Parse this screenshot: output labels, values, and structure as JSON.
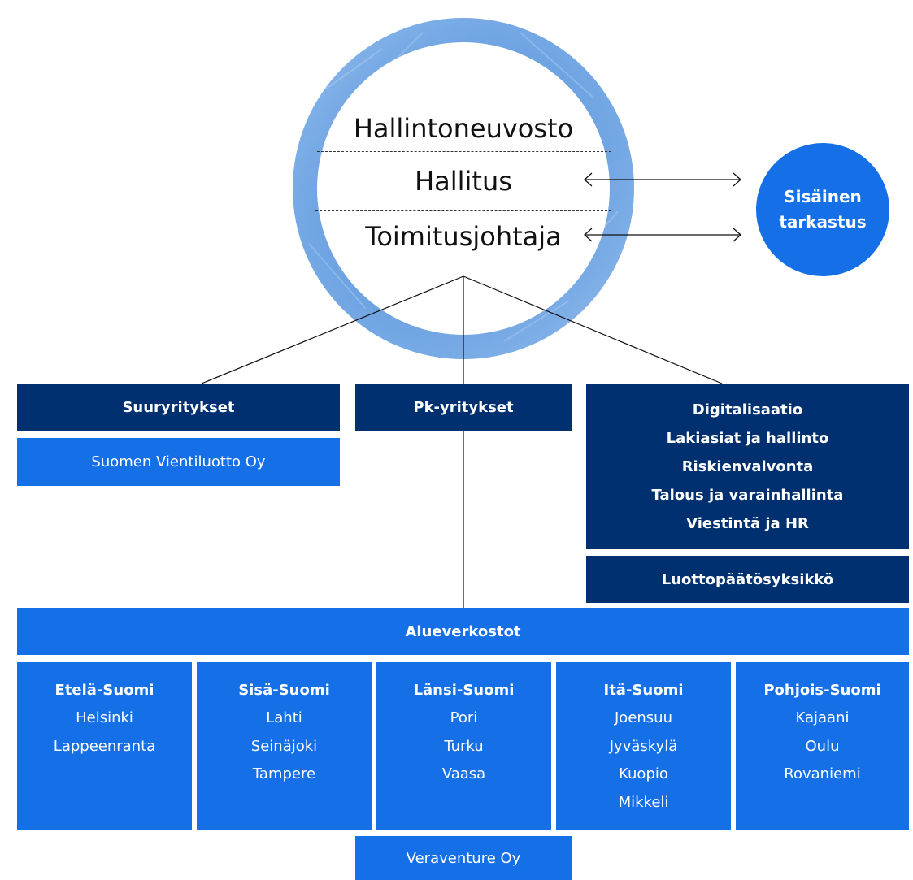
{
  "governance": {
    "levels": [
      "Hallintoneuvosto",
      "Hallitus",
      "Toimitusjohtaja"
    ]
  },
  "internal_audit": {
    "line1": "Sisäinen",
    "line2": "tarkastus"
  },
  "units": {
    "large_corporates": "Suuryritykset",
    "export_credit": "Suomen Vientiluotto Oy",
    "sme": "Pk-yritykset",
    "support_functions": [
      "Digitalisaatio",
      "Lakiasiat ja hallinto",
      "Riskienvalvonta",
      "Talous ja varainhallinta",
      "Viestintä ja HR"
    ],
    "credit_decision_unit": "Luottopäätösyksikkö"
  },
  "regional_networks": {
    "title": "Alueverkostot",
    "regions": [
      {
        "name": "Etelä-Suomi",
        "cities": [
          "Helsinki",
          "Lappeenranta"
        ]
      },
      {
        "name": "Sisä-Suomi",
        "cities": [
          "Lahti",
          "Seinäjoki",
          "Tampere"
        ]
      },
      {
        "name": "Länsi-Suomi",
        "cities": [
          "Pori",
          "Turku",
          "Vaasa"
        ]
      },
      {
        "name": "Itä-Suomi",
        "cities": [
          "Joensuu",
          "Jyväskylä",
          "Kuopio",
          "Mikkeli"
        ]
      },
      {
        "name": "Pohjois-Suomi",
        "cities": [
          "Kajaani",
          "Oulu",
          "Rovaniemi"
        ]
      }
    ]
  },
  "venture": "Veraventure Oy",
  "colors": {
    "dark_navy": "#003070",
    "bright_blue": "#1570e8",
    "ring_blue": "#5f97dc"
  }
}
